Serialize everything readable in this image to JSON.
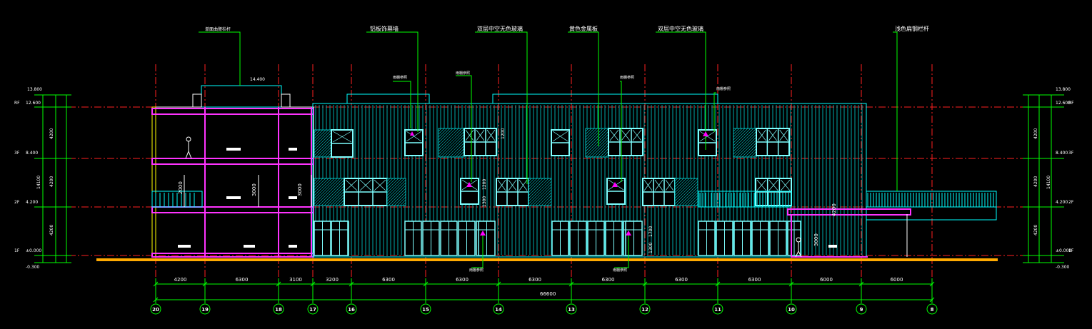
{
  "callouts": [
    "单面曲臂栏杆",
    "铝板饰幕墙",
    "双层中空无色玻璃",
    "黄色金属板",
    "双层中空无色玻璃",
    "浅色扁钢栏杆"
  ],
  "small_notes": [
    "雨棚参照",
    "雨棚参照",
    "雨棚参照",
    "雨棚参照",
    "雨棚参照",
    "雨棚参照"
  ],
  "level_labels": [
    "RF",
    "3F",
    "2F",
    "1F"
  ],
  "level_elevations_left": [
    "12.600",
    "8.400",
    "4.200",
    "±0.000",
    "-0.300"
  ],
  "level_elevations_right": [
    "12.600",
    "8.400",
    "4.200",
    "±0.000",
    "-0.300"
  ],
  "top_elevation": "13.800",
  "roof_elevation": "14.400",
  "total_height_label": "14100",
  "floor_height_labels": [
    "4200",
    "4200",
    "4200"
  ],
  "section_labels": [
    "3000",
    "3000",
    "2000"
  ],
  "window_dims": [
    "1200",
    "1300",
    "1700"
  ],
  "axis_labels": [
    "20",
    "19",
    "18",
    "17",
    "16",
    "15",
    "14",
    "13",
    "12",
    "11",
    "10",
    "9",
    "8"
  ],
  "span_dims": [
    "4200",
    "6300",
    "3100",
    "3200",
    "6300",
    "6300",
    "6300",
    "6300",
    "6300",
    "6300",
    "6000",
    "6000"
  ],
  "total_length": "66600",
  "colors": {
    "background": "#000000",
    "axis": "#ff2020",
    "outline": "#00ffff",
    "dimension": "#00ff00",
    "slab": "#ff33ff",
    "ground": "#ffaa00",
    "text": "#ffffff",
    "yellow": "#ffff00"
  }
}
